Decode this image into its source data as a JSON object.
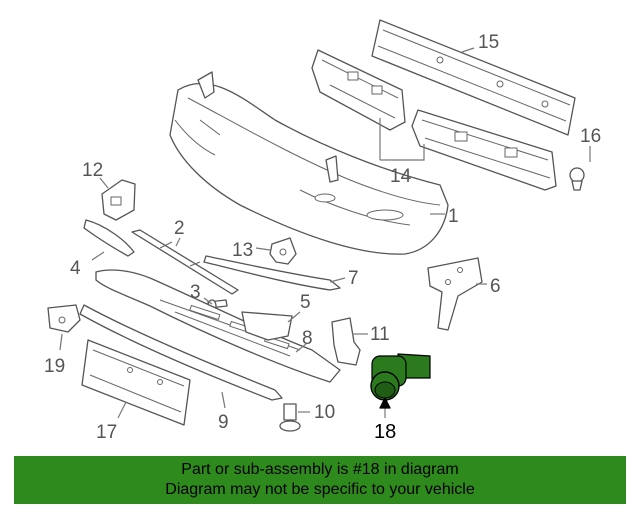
{
  "callouts": [
    {
      "id": "1",
      "label": "1"
    },
    {
      "id": "2",
      "label": "2"
    },
    {
      "id": "3",
      "label": "3"
    },
    {
      "id": "4",
      "label": "4"
    },
    {
      "id": "5",
      "label": "5"
    },
    {
      "id": "6",
      "label": "6"
    },
    {
      "id": "7",
      "label": "7"
    },
    {
      "id": "8",
      "label": "8"
    },
    {
      "id": "9",
      "label": "9"
    },
    {
      "id": "10",
      "label": "10"
    },
    {
      "id": "11",
      "label": "11"
    },
    {
      "id": "12",
      "label": "12"
    },
    {
      "id": "13",
      "label": "13"
    },
    {
      "id": "14",
      "label": "14"
    },
    {
      "id": "15",
      "label": "15"
    },
    {
      "id": "16",
      "label": "16"
    },
    {
      "id": "17",
      "label": "17"
    },
    {
      "id": "18",
      "label": "18"
    },
    {
      "id": "19",
      "label": "19"
    }
  ],
  "highlighted_part": "18",
  "colors": {
    "highlight_part": "#2b7a1e",
    "footer_background": "#2f8a1e",
    "line_art": "#555555"
  },
  "footer": {
    "line1": "Part or sub-assembly is #18 in diagram",
    "line2": "Diagram may not be specific to your vehicle"
  }
}
